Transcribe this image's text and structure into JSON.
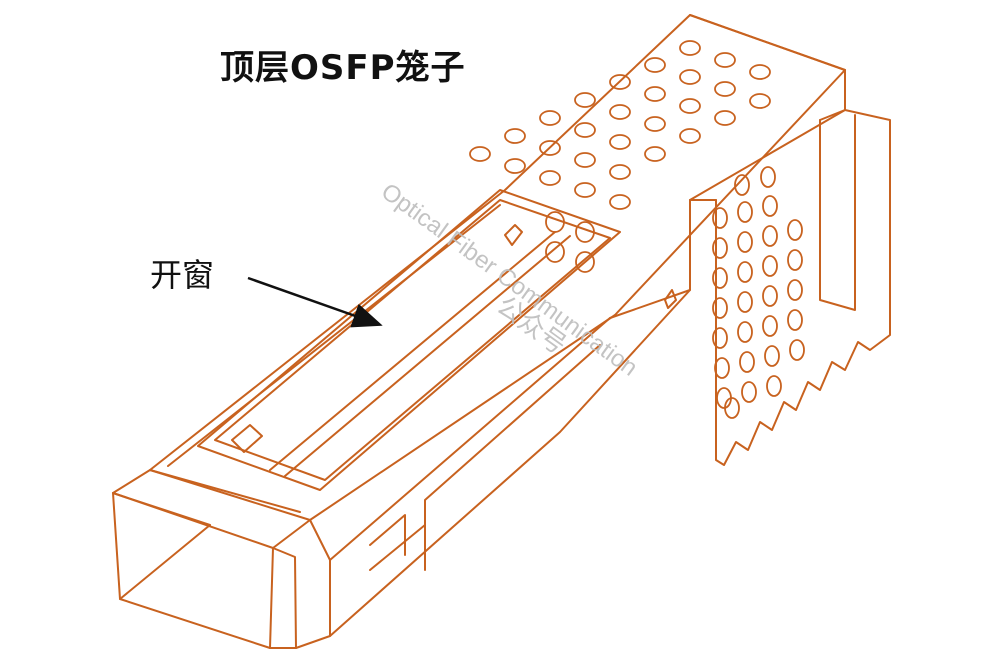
{
  "title": "顶层OSFP笼子",
  "callout_label": "开窗",
  "watermark": {
    "text_en": "Optical Fiber Communication",
    "text_cn": "公众号"
  },
  "colors": {
    "line": "#C8621F",
    "text": "#111111",
    "watermark": "#BDBDBD",
    "background": "#FFFFFF"
  }
}
